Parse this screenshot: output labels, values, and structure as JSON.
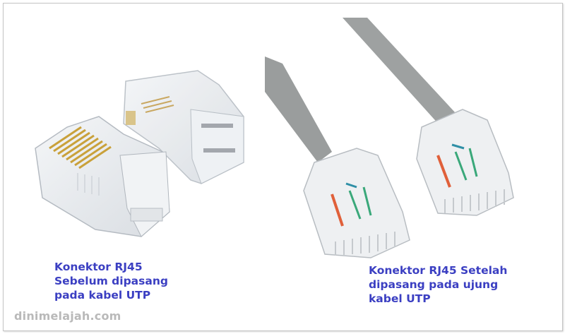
{
  "left_panel": {
    "image_alt": "RJ45 connectors before crimping",
    "caption_lines": [
      "Konektor RJ45",
      "Sebelum dipasang",
      "pada kabel UTP"
    ]
  },
  "right_panel": {
    "image_alt": "RJ45 connectors crimped on UTP cable ends",
    "caption_lines": [
      "Konektor RJ45 Setelah",
      "dipasang pada ujung",
      "kabel UTP"
    ]
  },
  "watermark": "dinimelajah.com",
  "colors": {
    "caption": "#3b3fc2",
    "watermark": "#b9b9b9",
    "cable": "#9a9d9d",
    "contacts_gold": "#c9a13a"
  }
}
